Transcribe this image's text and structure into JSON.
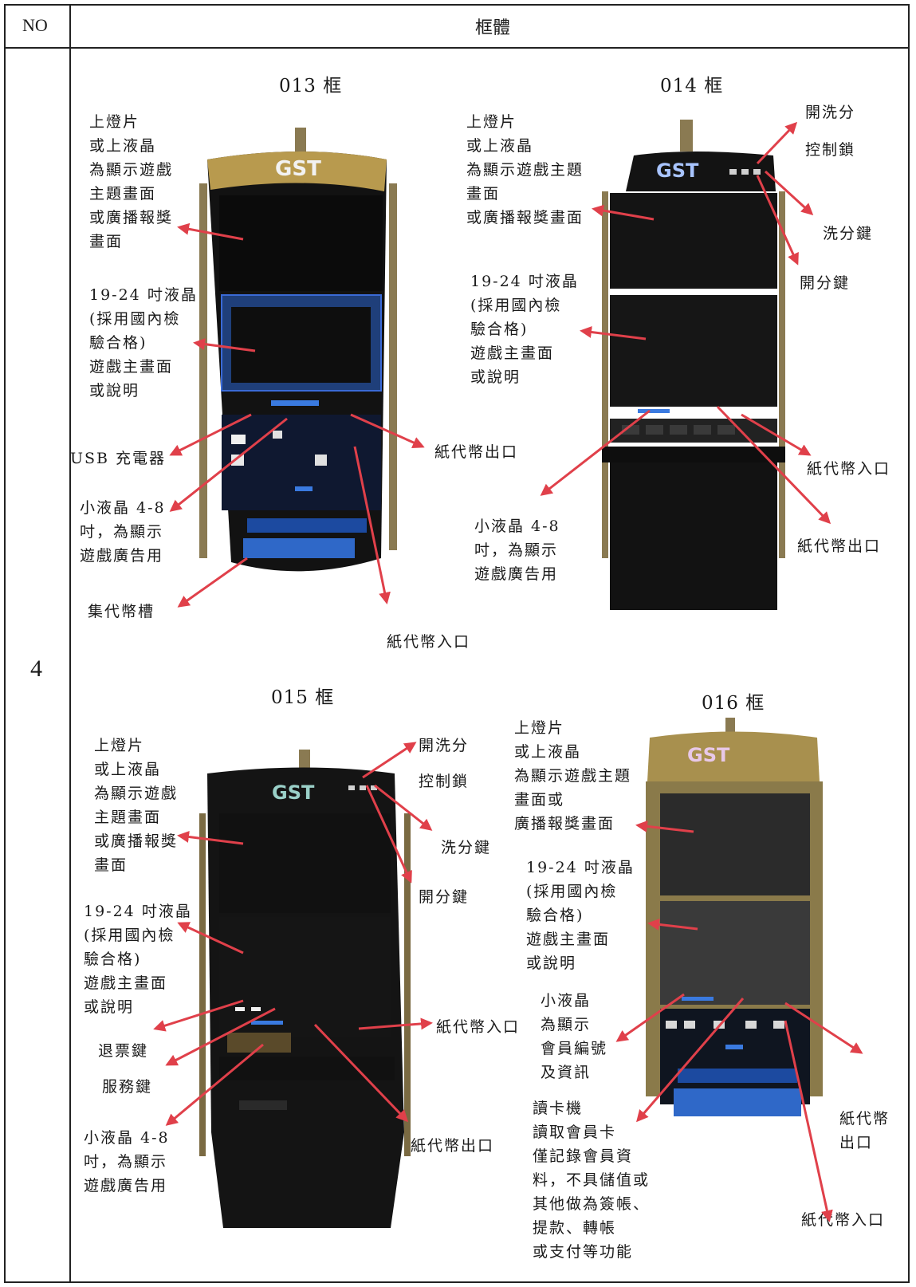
{
  "table": {
    "header_no": "NO",
    "header_frame": "框體",
    "row_number": "4"
  },
  "frames": [
    {
      "title": "013 框",
      "logo": "GST",
      "labels": {
        "top_light": [
          "上燈片",
          "或上液晶",
          "為顯示遊戲",
          "主題畫面",
          "或廣播報獎",
          "畫面"
        ],
        "main_lcd": [
          "19-24 吋液晶",
          "(採用國內檢",
          "驗合格)",
          "遊戲主畫面",
          "或說明"
        ],
        "usb": [
          "USB 充電器"
        ],
        "small_lcd": [
          "小液晶 4-8",
          "吋，為顯示",
          "遊戲廣告用"
        ],
        "tray": [
          "集代幣槽"
        ],
        "token_out": [
          "紙代幣出口"
        ],
        "token_in": [
          "紙代幣入口"
        ]
      }
    },
    {
      "title": "014 框",
      "logo": "GST",
      "labels": {
        "top_light": [
          "上燈片",
          "或上液晶",
          "為顯示遊戲主題",
          "畫面",
          "或廣播報獎畫面"
        ],
        "main_lcd": [
          "19-24 吋液晶",
          "(採用國內檢",
          "驗合格)",
          "遊戲主畫面",
          "或說明"
        ],
        "small_lcd": [
          "小液晶 4-8",
          "吋，為顯示",
          "遊戲廣告用"
        ],
        "open_wash": [
          "開洗分"
        ],
        "lock": [
          "控制鎖"
        ],
        "wash_key": [
          "洗分鍵"
        ],
        "open_key": [
          "開分鍵"
        ],
        "token_in": [
          "紙代幣入口"
        ],
        "token_out": [
          "紙代幣出口"
        ]
      }
    },
    {
      "title": "015 框",
      "logo": "GST",
      "labels": {
        "top_light": [
          "上燈片",
          "或上液晶",
          "為顯示遊戲",
          "主題畫面",
          "或廣播報獎",
          "畫面"
        ],
        "main_lcd": [
          "19-24 吋液晶",
          "(採用國內檢",
          "驗合格)",
          "遊戲主畫面",
          "或說明"
        ],
        "refund": [
          "退票鍵"
        ],
        "service": [
          "服務鍵"
        ],
        "small_lcd": [
          "小液晶 4-8",
          "吋，為顯示",
          "遊戲廣告用"
        ],
        "open_wash": [
          "開洗分"
        ],
        "lock": [
          "控制鎖"
        ],
        "wash_key": [
          "洗分鍵"
        ],
        "open_key": [
          "開分鍵"
        ],
        "token_in": [
          "紙代幣入口"
        ],
        "token_out": [
          "紙代幣出口"
        ]
      }
    },
    {
      "title": "016 框",
      "logo": "GST",
      "labels": {
        "top_light": [
          "上燈片",
          "或上液晶",
          "為顯示遊戲主題",
          "畫面或",
          "廣播報獎畫面"
        ],
        "main_lcd": [
          "19-24 吋液晶",
          "(採用國內檢",
          "驗合格)",
          "遊戲主畫面",
          "或說明"
        ],
        "small_lcd": [
          "小液晶",
          "為顯示",
          "會員編號",
          "及資訊"
        ],
        "card_reader": [
          "讀卡機",
          "讀取會員卡",
          "僅記錄會員資",
          "料，不具儲值或",
          "其他做為簽帳、",
          "提款、轉帳",
          "或支付等功能"
        ],
        "token_out": [
          "紙代幣",
          "出口"
        ],
        "token_in": [
          "紙代幣入口"
        ]
      }
    }
  ],
  "colors": {
    "arrow": "#e0404a",
    "gold": "#b89a4e",
    "cabinet": "#151515",
    "blue": "#2a66c8"
  }
}
